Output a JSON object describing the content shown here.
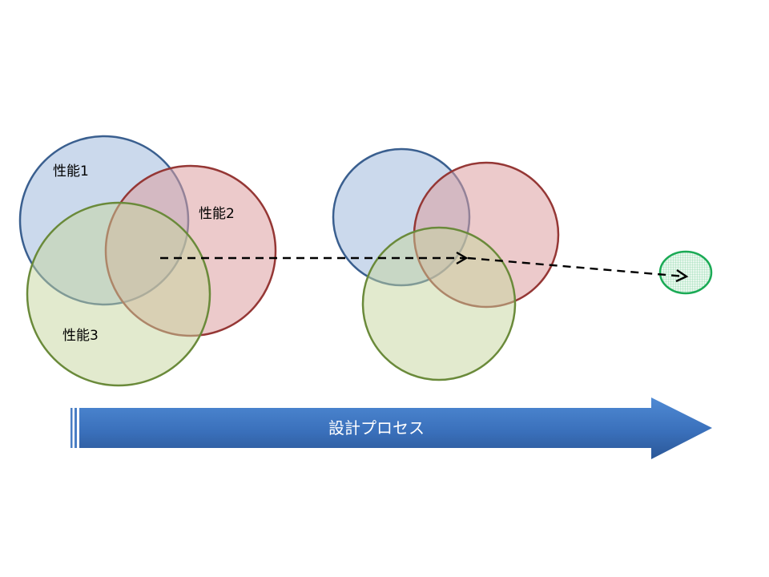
{
  "diagram": {
    "labels": {
      "performance_1": "性能1",
      "performance_2": "性能2",
      "performance_3": "性能3"
    },
    "process_arrow_label": "設計プロセス"
  },
  "colors": {
    "performance_1_fill": "#c6d5ea",
    "performance_1_stroke": "#395d8c",
    "performance_2_fill": "#e8b0b2",
    "performance_2_stroke": "#953735",
    "performance_3_fill": "#d3e0b6",
    "performance_3_stroke": "#6a8a3a",
    "target_fill": "#dff5e8",
    "target_stroke": "#1aaa55",
    "arrow_top": "#4a86d0",
    "arrow_bottom": "#2b5aa0"
  }
}
